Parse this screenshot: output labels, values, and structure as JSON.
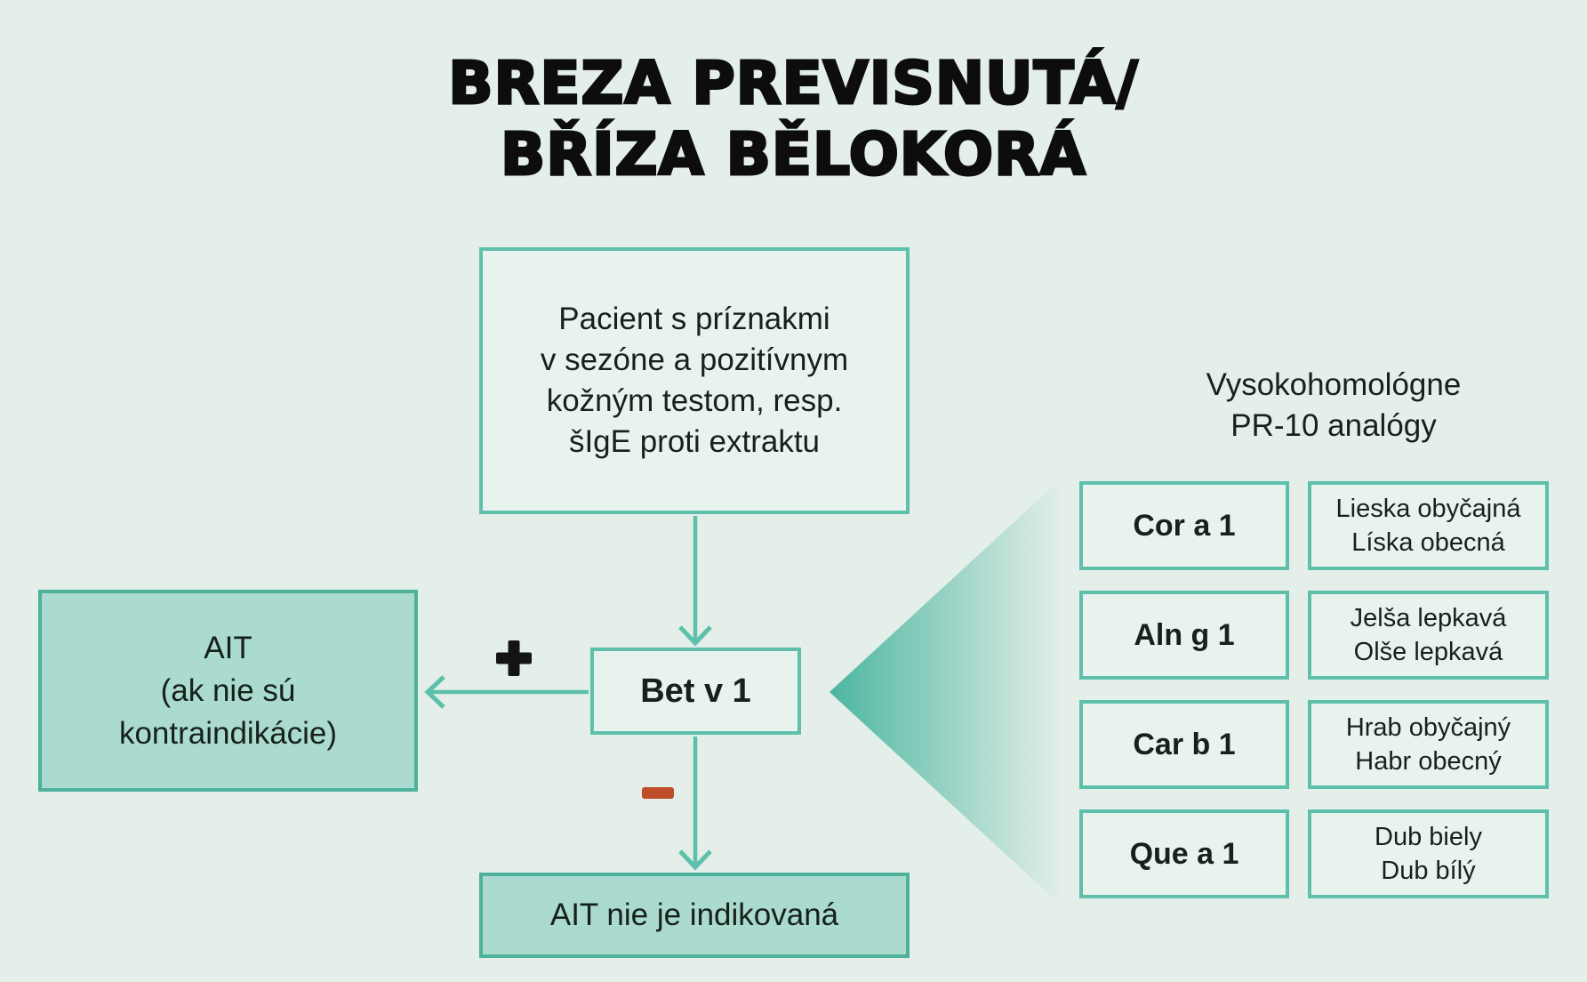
{
  "title": {
    "line1": "BREZA PREVISNUTÁ/",
    "line2": "BŘÍZA BĚLOKORÁ"
  },
  "flow": {
    "patient_box": {
      "lines": [
        "Pacient s príznakmi",
        "v sezóne a pozitívnym",
        "kožným testom, resp.",
        "šIgE proti extraktu"
      ]
    },
    "allergen_box": {
      "label": "Bet v 1"
    },
    "plus_sign": "+",
    "minus_sign": "−",
    "ait_box": {
      "lines": [
        "AIT",
        "(ak nie sú",
        "kontraindikácie)"
      ]
    },
    "not_indicated_box": {
      "label": "AIT nie je indikovaná"
    }
  },
  "homologs": {
    "heading": {
      "line1": "Vysokohomológne",
      "line2": "PR-10 analógy"
    },
    "items": [
      {
        "code": "Cor a 1",
        "name_primary": "Lieska obyčajná",
        "name_secondary": "Líska obecná"
      },
      {
        "code": "Aln g 1",
        "name_primary": "Jelša lepkavá",
        "name_secondary": "Olše lepkavá"
      },
      {
        "code": "Car b 1",
        "name_primary": "Hrab obyčajný",
        "name_secondary": "Habr obecný"
      },
      {
        "code": "Que a 1",
        "name_primary": "Dub biely",
        "name_secondary": "Dub bílý"
      }
    ]
  },
  "colors": {
    "background": "#e4efe9",
    "box_fill_light": "#e9f3ee",
    "box_fill_teal": "#abdbce",
    "border_teal": "#5ec0ab",
    "border_teal_dark": "#4db19b",
    "arrow_teal": "#5ec0ab",
    "fan_teal": "#44b39c",
    "minus_red": "#bf4c2a",
    "plus_black": "#141414",
    "text": "#16211d"
  }
}
